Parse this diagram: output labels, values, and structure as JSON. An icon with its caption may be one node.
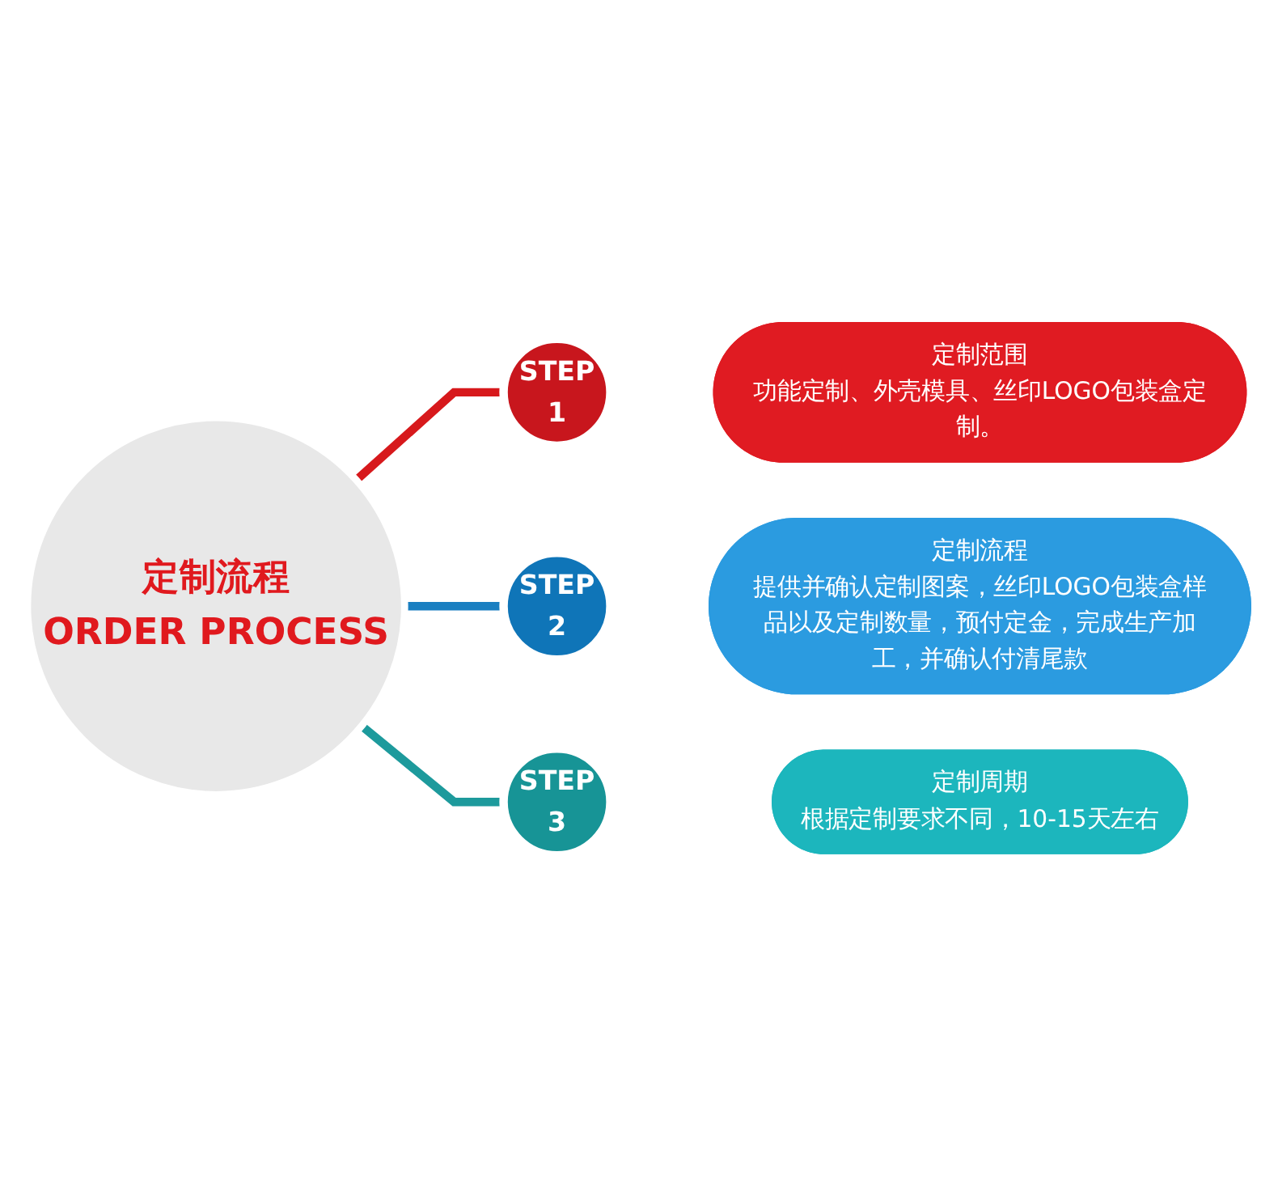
{
  "diagram": {
    "nodes": [
      {
        "text": [
          "定制流程",
          "ORDER PROCESS"
        ]
      },
      {
        "text": [
          "STEP",
          "1"
        ]
      },
      {
        "text": [
          "定制范围",
          "功能定制、外壳模具、丝印LOGO包装盒定制。"
        ]
      },
      {
        "text": [
          "STEP",
          "2"
        ]
      },
      {
        "text": [
          "定制流程",
          "提供并确认定制图案，丝印LOGO包装盒样品以及定制数量，预付定金，完成生产加工，并确认付清尾款"
        ]
      },
      {
        "text": [
          "STEP",
          "3"
        ]
      },
      {
        "text": [
          "定制周期",
          "根据定制要求不同，10-15天左右"
        ]
      }
    ],
    "edges": [
      {
        "from": 0,
        "to": 1,
        "arrow": "none",
        "color": "#d7191c"
      },
      {
        "from": 0,
        "to": 3,
        "arrow": "none",
        "color": "#1a7fc1"
      },
      {
        "from": 0,
        "to": 5,
        "arrow": "none",
        "color": "#1d9a9c"
      }
    ]
  }
}
